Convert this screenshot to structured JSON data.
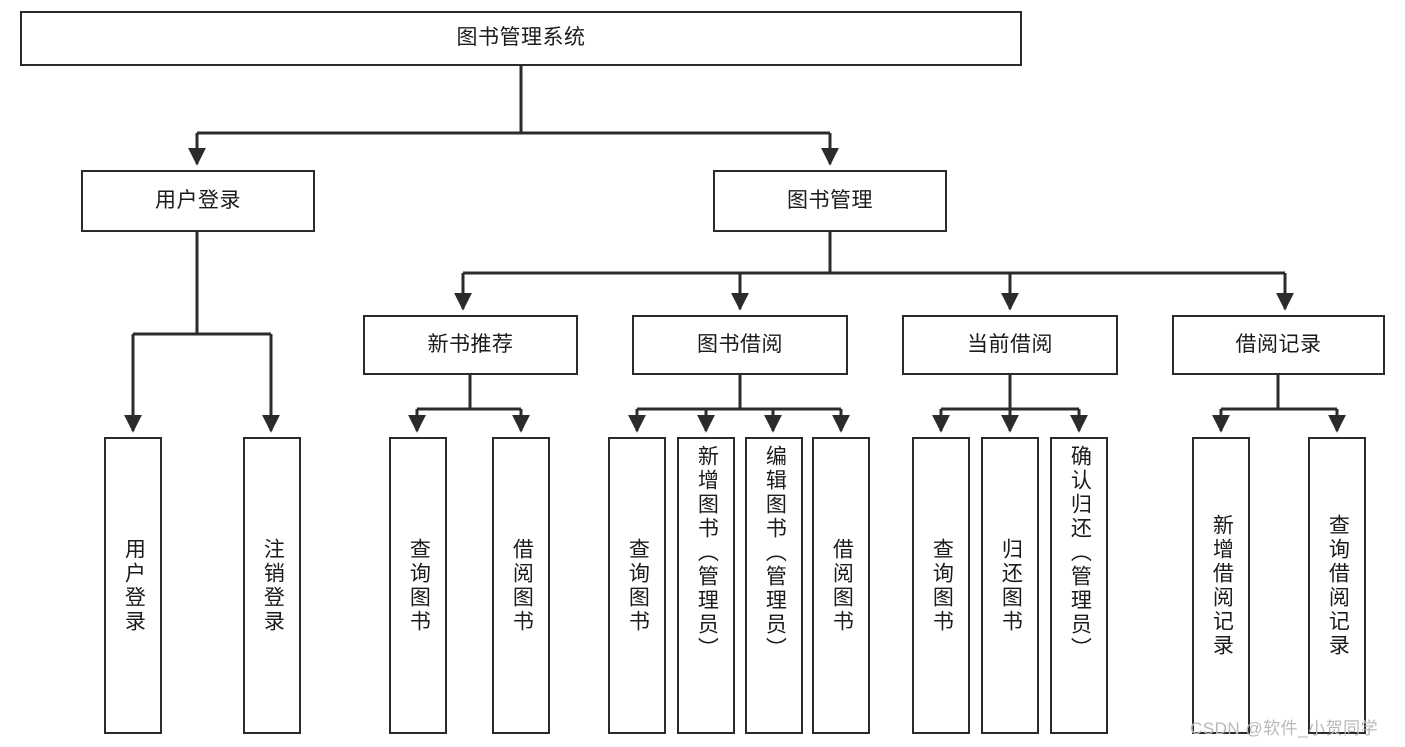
{
  "diagram": {
    "title": "图书管理系统",
    "type": "tree-hierarchy-chart",
    "watermark": "CSDN @软件_小贺同学",
    "colors": {
      "box_border": "#2b2b2b",
      "box_fill": "#ffffff",
      "connector": "#2b2b2b",
      "text": "#1b1b1b",
      "watermark": "#b9b9b9",
      "background": "#ffffff"
    },
    "root": {
      "label": "图书管理系统"
    },
    "level2": [
      {
        "label": "用户登录"
      },
      {
        "label": "图书管理"
      }
    ],
    "level3": [
      {
        "label": "新书推荐"
      },
      {
        "label": "图书借阅"
      },
      {
        "label": "当前借阅"
      },
      {
        "label": "借阅记录"
      }
    ],
    "leaves": {
      "user_login": [
        {
          "label": "用户登录"
        },
        {
          "label": "注销登录"
        }
      ],
      "new_book_recommend": [
        {
          "label": "查询图书"
        },
        {
          "label": "借阅图书"
        }
      ],
      "book_borrow": [
        {
          "label": "查询图书"
        },
        {
          "label": "新增图书（管理员）"
        },
        {
          "label": "编辑图书（管理员）"
        },
        {
          "label": "借阅图书"
        }
      ],
      "current_borrow": [
        {
          "label": "查询图书"
        },
        {
          "label": "归还图书"
        },
        {
          "label": "确认归还（管理员）"
        }
      ],
      "borrow_record": [
        {
          "label": "新增借阅记录"
        },
        {
          "label": "查询借阅记录"
        }
      ]
    }
  }
}
